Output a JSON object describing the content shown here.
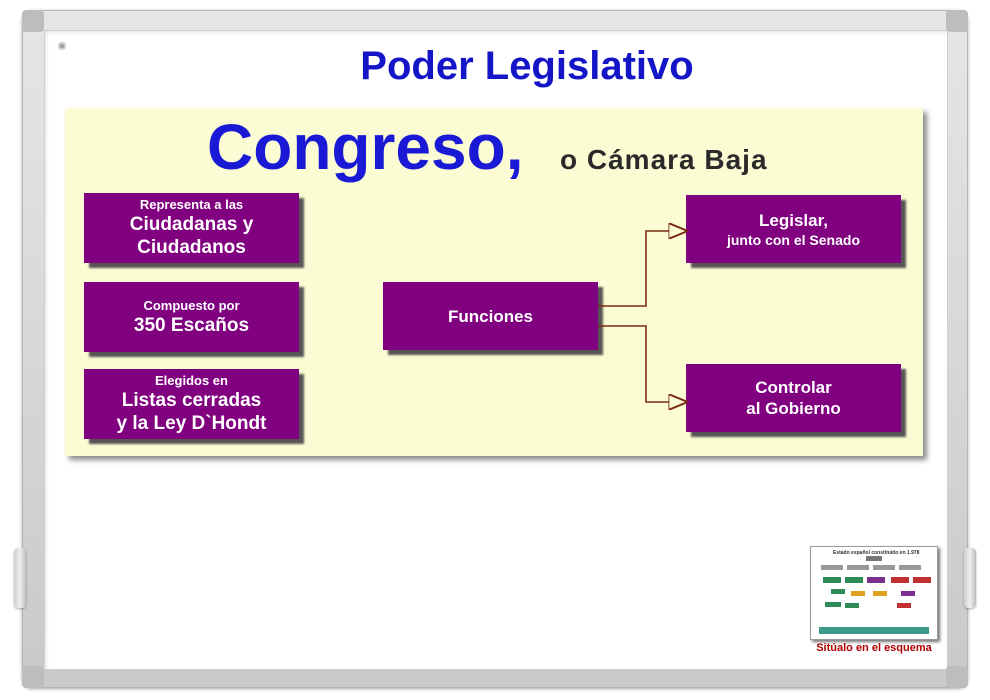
{
  "header": {
    "title": "Poder Legislativo"
  },
  "heading": {
    "main": "Congreso,",
    "sub": "o Cámara Baja"
  },
  "left_boxes": [
    {
      "line1": "Representa a las",
      "line2": "Ciudadanas y",
      "line3": "Ciudadanos"
    },
    {
      "line1": "Compuesto por",
      "line2": "350 Escaños"
    },
    {
      "line1": "Elegidos en",
      "line2": "Listas cerradas",
      "line3": "y la Ley D`Hondt"
    }
  ],
  "center_box": {
    "label": "Funciones"
  },
  "right_boxes": [
    {
      "line1": "Legislar,",
      "line2": "junto con el Senado"
    },
    {
      "line1": "Controlar",
      "line2": "al Gobierno"
    }
  ],
  "thumbnail": {
    "title": "Estado español constituido en 1.978",
    "caption": "Sitúalo en el esquema"
  },
  "colors": {
    "title": "#1515c8",
    "heading": "#1a1ad6",
    "box": "#800080",
    "panel": "#fcfcd4",
    "connector": "#7a2a10",
    "caption": "#b00000"
  }
}
